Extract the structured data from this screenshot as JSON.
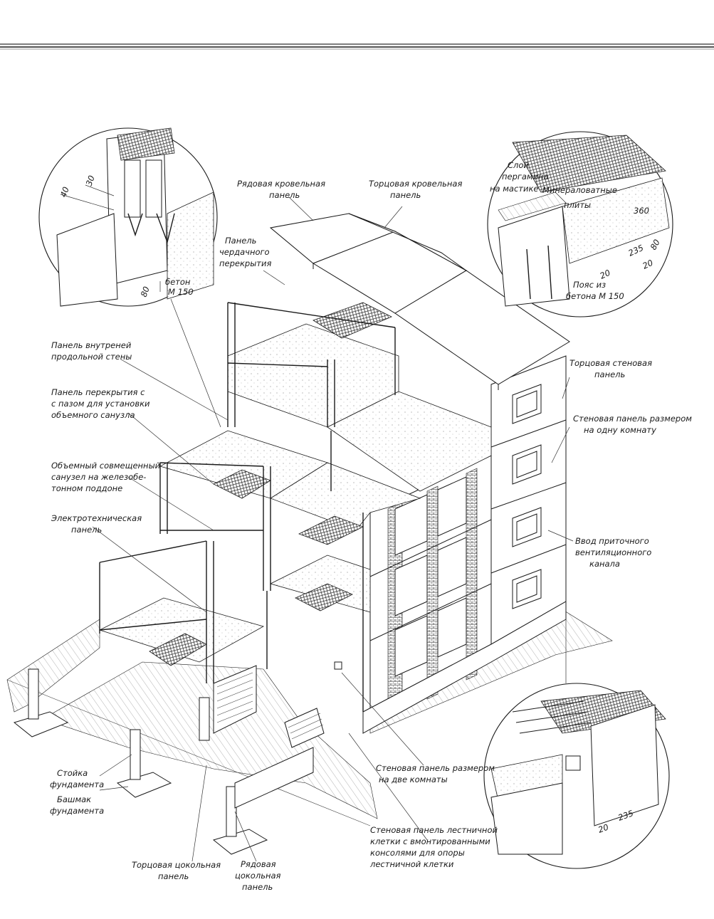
{
  "labels": {
    "ridge_row_panel": [
      "Рядовая кровельная",
      "панель"
    ],
    "ridge_end_panel": [
      "Торцовая кровельная",
      "панель"
    ],
    "attic_panel": [
      "Панель",
      "чердачного",
      "перекрытия"
    ],
    "inner_wall_panel": [
      "Панель внутреней",
      "продольной стены"
    ],
    "floor_panel": [
      "Панель перекрытия с",
      "с пазом для установки",
      "объемного санузла"
    ],
    "sanitary_unit": [
      "Объемный совмещенный",
      "санузел на железобе-",
      "тонном поддоне"
    ],
    "electro_panel": [
      "Электротехническая",
      "панель"
    ],
    "end_wall_panel": [
      "Торцовая стеновая",
      "панель"
    ],
    "wall_panel_one_room": [
      "Стеновая панель размером",
      "на одну комнату"
    ],
    "ventilation_inlet": [
      "Ввод приточного",
      "вентиляционного",
      "канала"
    ],
    "wall_panel_two_rooms": [
      "Стеновая панель размером",
      "на две комнаты"
    ],
    "stair_wall_panel": [
      "Стеновая панель лестничной",
      "клетки с вмонтированными",
      "консолями для опоры",
      "лестничной клетки"
    ],
    "foundation_post": [
      "Стойка",
      "фундамента"
    ],
    "foundation_shoe": [
      "Башмак",
      "фундамента"
    ],
    "end_plinth_panel": [
      "Торцовая цокольная",
      "панель"
    ],
    "row_plinth_panel": [
      "Рядовая",
      "цокольная",
      "панель"
    ]
  },
  "detail_top_left": {
    "dim_a": "40",
    "dim_b": "30",
    "dim_c": "80",
    "concrete": [
      "бетон",
      "М 150"
    ]
  },
  "detail_top_right": {
    "pergamin": [
      "Слой",
      "пергамина",
      "на мастике"
    ],
    "mineral_wool": [
      "Минераловатные",
      "плиты"
    ],
    "belt": [
      "Пояс из",
      "бетона М 150"
    ],
    "dim_360": "360",
    "dim_80": "80",
    "dim_235": "235",
    "dim_20a": "20",
    "dim_20b": "20"
  },
  "detail_bottom_right": {
    "dim_235": "235",
    "dim_20": "20"
  }
}
